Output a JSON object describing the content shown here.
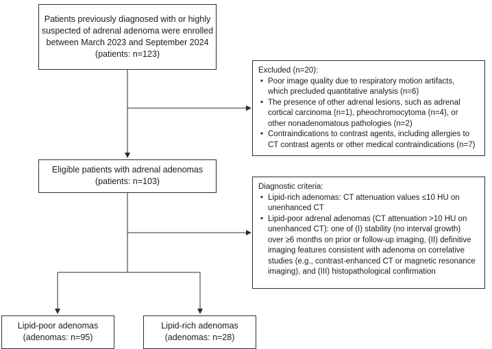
{
  "enrolled": {
    "lines": [
      "Patients previously diagnosed with or highly",
      "suspected of adrenal adenoma were enrolled",
      "between March 2023 and September 2024",
      "(patients: n=123)"
    ]
  },
  "excluded": {
    "title": "Excluded (n=20):",
    "items": [
      [
        "Poor image quality due to respiratory motion artifacts,",
        "which precluded quantitative analysis (n=6)"
      ],
      [
        "The presence of other adrenal lesions, such as adrenal",
        "cortical carcinoma (n=1), pheochromocytoma (n=4), or",
        "other nonadenomatous pathologies (n=2)"
      ],
      [
        "Contraindications to contrast agents, including allergies to",
        "CT contrast agents or other medical contraindications (n=7)"
      ]
    ]
  },
  "eligible": {
    "lines": [
      "Eligible patients with adrenal adenomas",
      "(patients: n=103)"
    ]
  },
  "criteria": {
    "title": "Diagnostic criteria:",
    "items": [
      [
        "Lipid-rich adenomas: CT attenuation values ≤10 HU on",
        "unenhanced CT"
      ],
      [
        "Lipid-poor adrenal adenomas (CT attenuation >10 HU on",
        "unenhanced CT): one of (I) stability (no interval growth)",
        "over ≥6 months on prior or follow-up imaging, (II) definitive",
        "imaging features consistent with adenoma on correlative",
        "studies (e.g., contrast-enhanced CT or magnetic resonance",
        "imaging), and (III) histopathological confirmation"
      ]
    ]
  },
  "lipid_poor": {
    "lines": [
      "Lipid-poor adenomas",
      "(adenomas: n=95)"
    ]
  },
  "lipid_rich": {
    "lines": [
      "Lipid-rich adenomas",
      "(adenomas: n=28)"
    ]
  }
}
